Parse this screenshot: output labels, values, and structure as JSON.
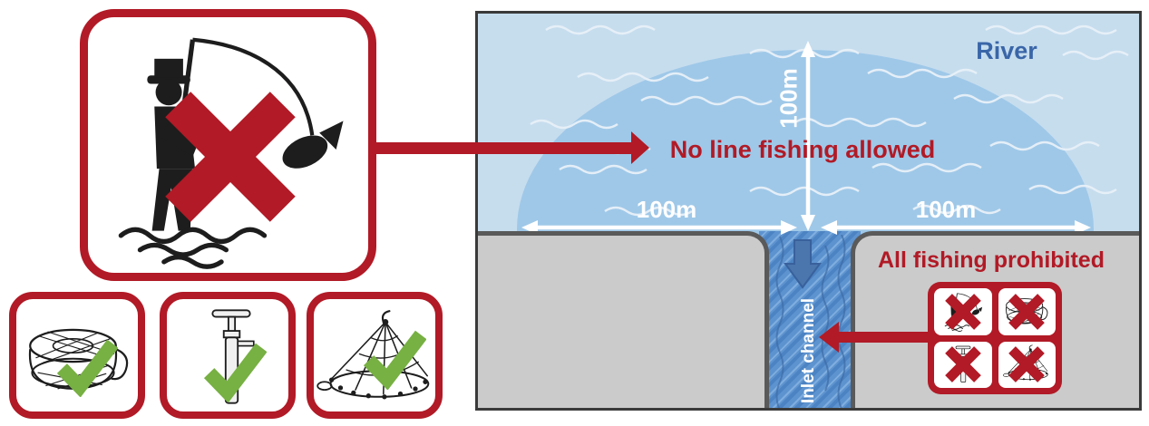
{
  "colors": {
    "prohibition_red": "#b11a26",
    "allowed_green": "#77b043",
    "river_light_blue": "#c6ddee",
    "no_fishing_zone_blue": "#9fc8e8",
    "channel_blue": "#5d93cf",
    "river_label_blue": "#3a66a8",
    "land_gray": "#cbcbcb",
    "land_border_gray": "#5a5a5a"
  },
  "left_panel": {
    "main_sign": {
      "icon": "line-fishing-prohibited",
      "mark": "cross"
    },
    "allowed_signs": [
      {
        "icon": "crab-pot",
        "mark": "check"
      },
      {
        "icon": "bait-pump",
        "mark": "check"
      },
      {
        "icon": "cast-net",
        "mark": "check"
      }
    ]
  },
  "diagram": {
    "river_label": "River",
    "zone_label": "No line fishing allowed",
    "prohibited_area_label": "All fishing prohibited",
    "channel_label": "Inlet channel",
    "measurements": {
      "radius_vertical": "100m",
      "radius_left": "100m",
      "radius_right": "100m"
    },
    "prohibited_icons": [
      {
        "icon": "line-fishing",
        "mark": "cross"
      },
      {
        "icon": "crab-pot",
        "mark": "cross"
      },
      {
        "icon": "bait-pump",
        "mark": "cross"
      },
      {
        "icon": "cast-net",
        "mark": "cross"
      }
    ]
  }
}
